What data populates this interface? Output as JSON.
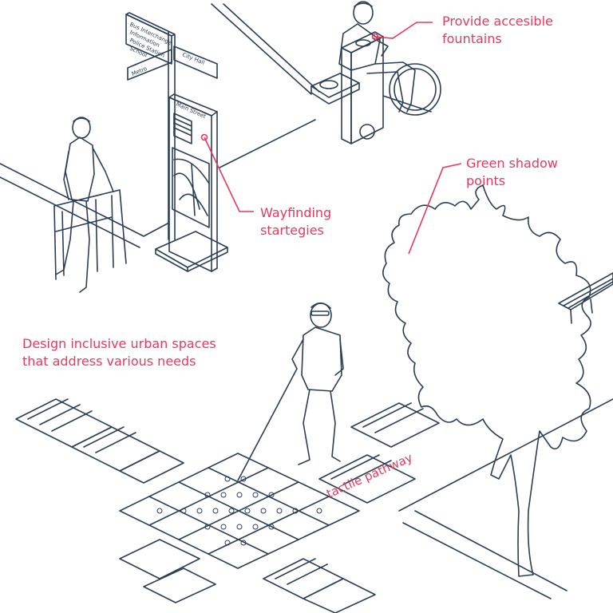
{
  "colors": {
    "ink": "#2c3e55",
    "accent": "#e8385f",
    "background": "#ffffff"
  },
  "labels": {
    "fountains": [
      "Provide accesible",
      "fountains"
    ],
    "shadow": [
      "Green shadow",
      "points"
    ],
    "wayfinding": [
      "Wayfinding",
      "startegies"
    ],
    "inclusive": [
      "Design inclusive urban spaces",
      "that address various needs"
    ],
    "tactile": "tactile pathway"
  },
  "signpost": {
    "board_lines": [
      "Bus Interchange",
      "Information",
      "Police Station",
      "School"
    ],
    "arrow_left": "Metro",
    "arrow_right": "City Hall",
    "map_title": "Main Street"
  }
}
